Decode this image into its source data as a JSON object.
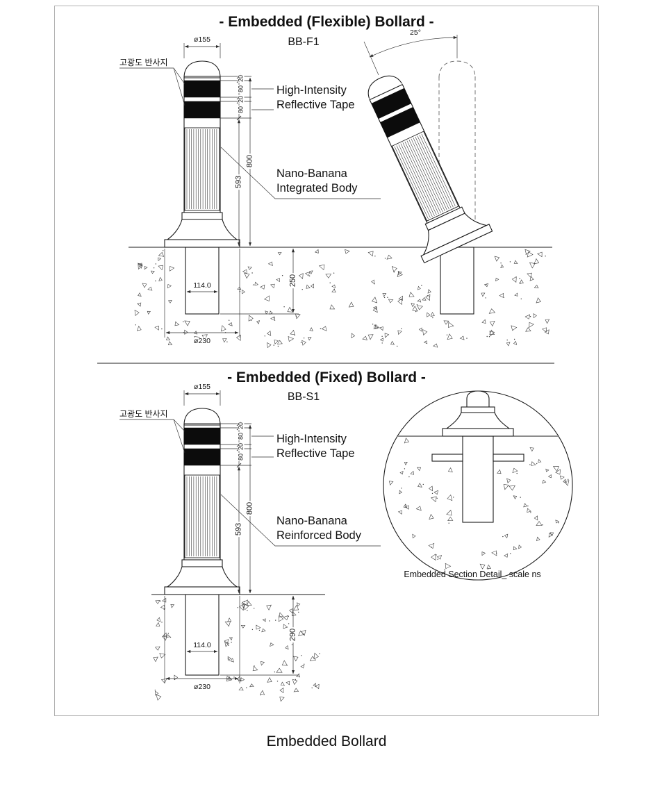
{
  "caption": "Embedded Bollard",
  "sections": {
    "flexible": {
      "title": "- Embedded (Flexible) Bollard -",
      "model": "BB-F1",
      "korean_label": "고광도 반사지",
      "tape_label": "High-Intensity\nReflective Tape",
      "body_label": "Nano-Banana\nIntegrated Body",
      "dims": {
        "top_diameter": "ø155",
        "band_gap_top": "20",
        "band1": "80",
        "band_gap_mid": "20",
        "band2": "80",
        "overall_height": "800",
        "body_height": "593",
        "embed_depth": "250",
        "embed_width": "114.0",
        "base_diameter": "ø230",
        "tilt_angle": "25°"
      }
    },
    "fixed": {
      "title": "- Embedded (Fixed) Bollard -",
      "model": "BB-S1",
      "korean_label": "고광도 반사지",
      "tape_label": "High-Intensity\nReflective Tape",
      "body_label": "Nano-Banana\nReinforced Body",
      "detail_caption": "Embedded Section Detail_ scale ns",
      "dims": {
        "top_diameter": "ø155",
        "band_gap_top": "20",
        "band1": "80",
        "band_gap_mid": "20",
        "band2": "80",
        "overall_height": "800",
        "body_height": "593",
        "embed_depth": "290",
        "embed_width": "114.0",
        "base_diameter": "ø230"
      }
    }
  }
}
